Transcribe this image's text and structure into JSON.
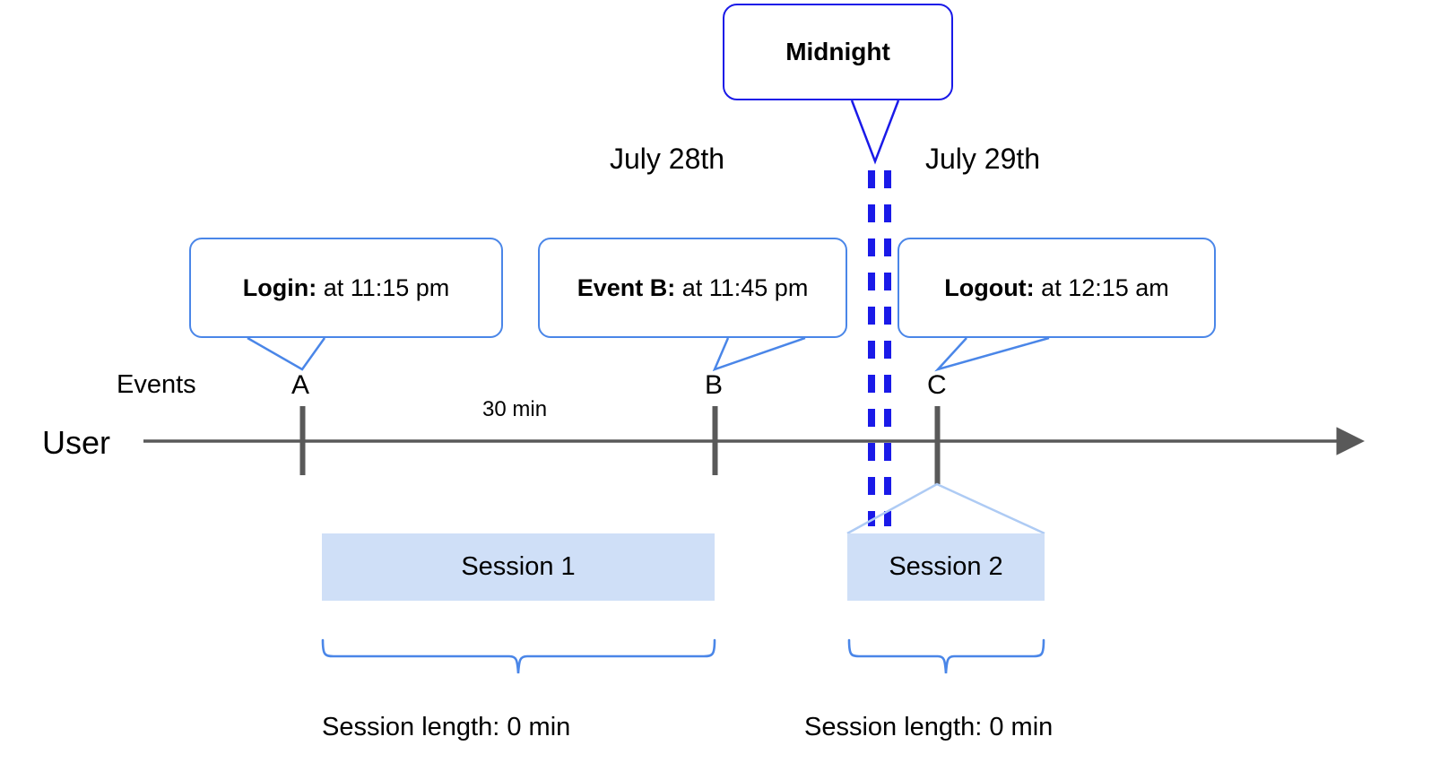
{
  "diagram": {
    "title": "User session timeline across midnight",
    "colors": {
      "callout_border_light": "#4a86e8",
      "callout_border_dark": "#1a1ae8",
      "midnight_dash": "#1a1ae8",
      "axis": "#595959",
      "tick": "#595959",
      "session_fill": "#cfdff7",
      "brace": "#4a86e8",
      "roof": "#aecbf4"
    },
    "callouts": [
      {
        "id": "login",
        "bold": "Login:",
        "rest": " at 11:15 pm",
        "style": "light"
      },
      {
        "id": "event_b",
        "bold": "Event B:",
        "rest": " at 11:45 pm",
        "style": "light"
      },
      {
        "id": "logout",
        "bold": "Logout:",
        "rest": " at 12:15 am",
        "style": "light"
      },
      {
        "id": "midnight",
        "bold": "Midnight",
        "rest": "",
        "style": "dark"
      }
    ],
    "date_labels": {
      "left": "July 28th",
      "right": "July 29th"
    },
    "axis": {
      "row_label": "User",
      "events_label": "Events",
      "interval_label": "30 min",
      "event_markers": [
        "A",
        "B",
        "C"
      ]
    },
    "sessions": [
      {
        "name": "Session 1",
        "length_label": "Session length: 0 min"
      },
      {
        "name": "Session 2",
        "length_label": "Session length: 0 min"
      }
    ]
  }
}
